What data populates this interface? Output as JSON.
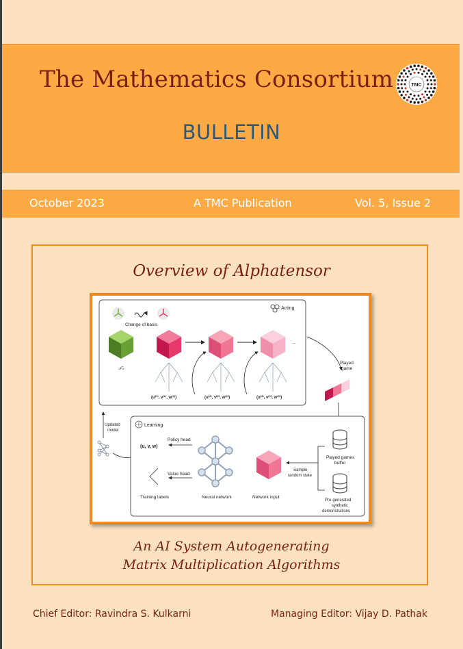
{
  "header": {
    "journal_title": "The Mathematics Consortium",
    "bulletin": "BULLETIN",
    "logo_text": "TMC"
  },
  "info_band": {
    "date": "October 2023",
    "publication": "A TMC Publication",
    "issue": "Vol. 5, Issue 2"
  },
  "cover": {
    "figure_title": "Overview of Alphatensor",
    "subtitle_line1": "An AI System Autogenerating",
    "subtitle_line2": "Matrix Multiplication Algorithms"
  },
  "figure": {
    "acting_label": "Acting",
    "change_of_basis": "Change of basis",
    "tensor_label": "𝒯ₙ",
    "step1": "(u⁽¹⁾, v⁽¹⁾, w⁽¹⁾)",
    "step2": "(u⁽²⁾, v⁽²⁾, w⁽²⁾)",
    "step3": "(u⁽³⁾, v⁽³⁾, w⁽³⁾)",
    "ellipsis": "...",
    "played_game_1": "Played",
    "played_game_2": "game",
    "updated_model_1": "Updated",
    "updated_model_2": "model",
    "learning_label": "Learning",
    "policy_head": "Policy head",
    "value_head": "Value head",
    "uvw": "(u, v, w)",
    "training_labels": "Training labels",
    "neural_network": "Neural network",
    "network_input": "Network input",
    "sample_1": "Sample",
    "sample_2": "random state",
    "buffer_1": "Played games",
    "buffer_2": "buffer",
    "synth_1": "Pre-generated",
    "synth_2": "synthetic",
    "synth_3": "demonstrations"
  },
  "footer": {
    "chief_editor": "Chief Editor: Ravindra S. Kulkarni",
    "managing_editor": "Managing Editor: Vijay D. Pathak"
  },
  "colors": {
    "page_background": "#fbe1bf",
    "band_orange": "#fdaa45",
    "title_maroon": "#7a1f15",
    "bulletin_blue": "#2c5877",
    "frame_orange": "#f08a1f",
    "cube_green": "#7cb342",
    "cube_pink": "#e8386a"
  }
}
